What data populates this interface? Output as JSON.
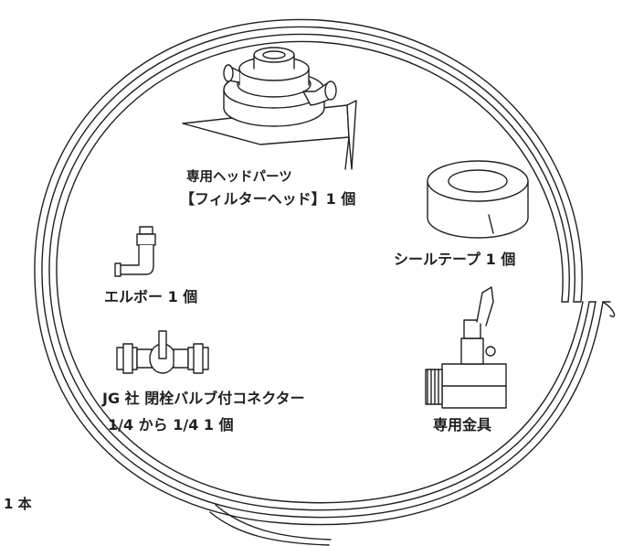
{
  "labels": {
    "filter_head_line1": "専用ヘッドパーツ",
    "filter_head_line2": "【フィルターヘッド】1 個",
    "seal_tape": "シールテープ 1 個",
    "elbow": "エルボー 1 個",
    "valve_connector_line1": "JG 社 閉栓バルブ付コネクター",
    "valve_connector_line2": "1/4 から 1/4 1 個",
    "bracket": "専用金具",
    "tube_count": "1 本"
  },
  "colors": {
    "line": "#231f20",
    "fill": "#ffffff"
  }
}
